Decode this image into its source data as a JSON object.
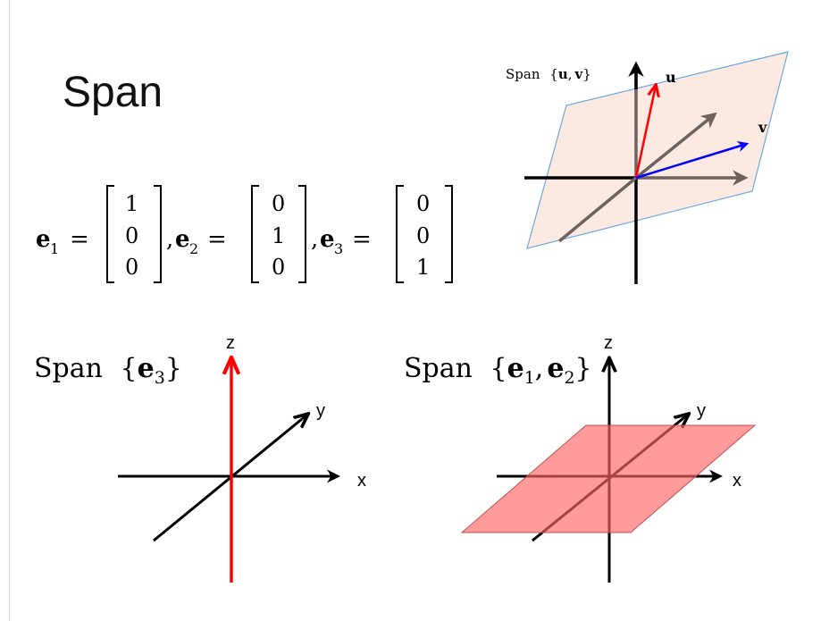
{
  "slide": {
    "title": "Span"
  },
  "equation": {
    "e1_label": "e",
    "e1_sub": "1",
    "e2_label": "e",
    "e2_sub": "2",
    "e3_label": "e",
    "e3_sub": "3",
    "equals": "=",
    "comma": ",",
    "e1_vector": [
      "1",
      "0",
      "0"
    ],
    "e2_vector": [
      "0",
      "1",
      "0"
    ],
    "e3_vector": [
      "0",
      "0",
      "1"
    ]
  },
  "plane_diagram": {
    "span_text": "Span",
    "open_brace": "{",
    "close_brace": "}",
    "vec_u": "u",
    "vec_v": "v",
    "separator": ",",
    "u_color": "#ff0000",
    "v_color": "#0000ff",
    "plane_fill": "#fbe9e2",
    "plane_border": "#6fa8dc",
    "axis_color": "#6e6260"
  },
  "e3_diagram": {
    "span_text": "Span",
    "open_brace": "{",
    "close_brace": "}",
    "vec": "e",
    "vec_sub": "3",
    "axis_z": "z",
    "axis_y": "y",
    "axis_x": "x",
    "line_color": "#ff0000"
  },
  "e12_diagram": {
    "span_text": "Span",
    "open_brace": "{",
    "close_brace": "}",
    "vec1": "e",
    "vec1_sub": "1",
    "vec2": "e",
    "vec2_sub": "2",
    "separator": ",",
    "axis_z": "z",
    "axis_y": "y",
    "axis_x": "x",
    "plane_fill": "#ff8080"
  }
}
